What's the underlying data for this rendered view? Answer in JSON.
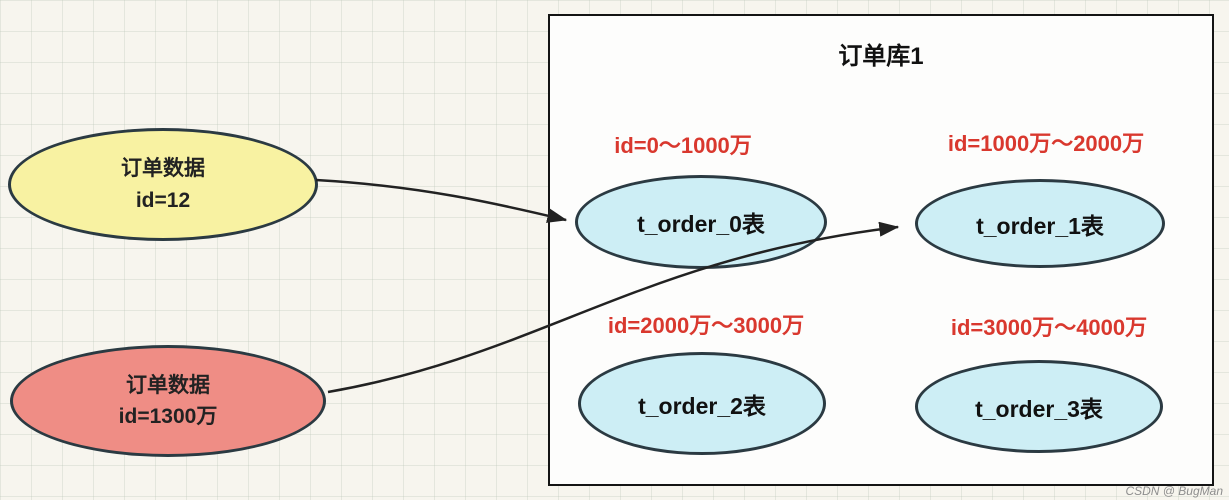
{
  "diagram": {
    "database": {
      "title": "订单库1",
      "tables": [
        {
          "range": "id=0～1000万",
          "name": "t_order_0表"
        },
        {
          "range": "id=1000万～2000万",
          "name": "t_order_1表"
        },
        {
          "range": "id=2000万～3000万",
          "name": "t_order_2表"
        },
        {
          "range": "id=3000万～4000万",
          "name": "t_order_3表"
        }
      ]
    },
    "sources": [
      {
        "title": "订单数据",
        "id_value": "id=12"
      },
      {
        "title": "订单数据",
        "id_value": "id=1300万"
      }
    ],
    "colors": {
      "table_fill": "#cdeef5",
      "source_yellow": "#f8f2a2",
      "source_pink": "#ef8d85",
      "range_text": "#d9382e",
      "outline": "#2b3a42",
      "arrow": "#222222"
    },
    "watermark": "CSDN @ BugMan"
  }
}
